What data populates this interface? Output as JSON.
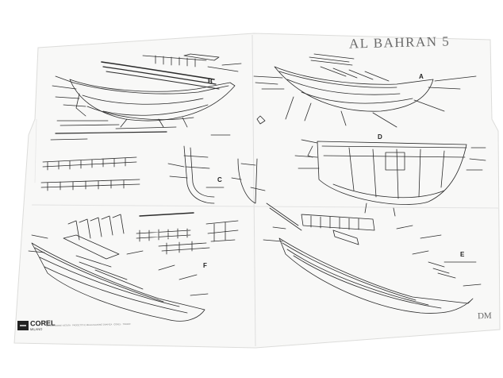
{
  "sheet": {
    "title": "AL BAHRAN 5",
    "code": "DM",
    "publisher_line": "RIPRODUZIONE VIETATA · PROGETTO E REALIZZAZIONE GRAFICA · COREL · TORINO"
  },
  "logo": {
    "brand": "COREL",
    "city": "MILANO"
  },
  "views": [
    {
      "id": "A",
      "label": "A"
    },
    {
      "id": "B",
      "label": "B"
    },
    {
      "id": "C",
      "label": "C"
    },
    {
      "id": "D",
      "label": "D"
    },
    {
      "id": "E",
      "label": "E"
    },
    {
      "id": "F",
      "label": "F"
    }
  ],
  "colors": {
    "paper": "#f7f7f6",
    "line": "#2b2b2b",
    "fold": "#d8d8d6",
    "title": "#6a6a6a"
  }
}
